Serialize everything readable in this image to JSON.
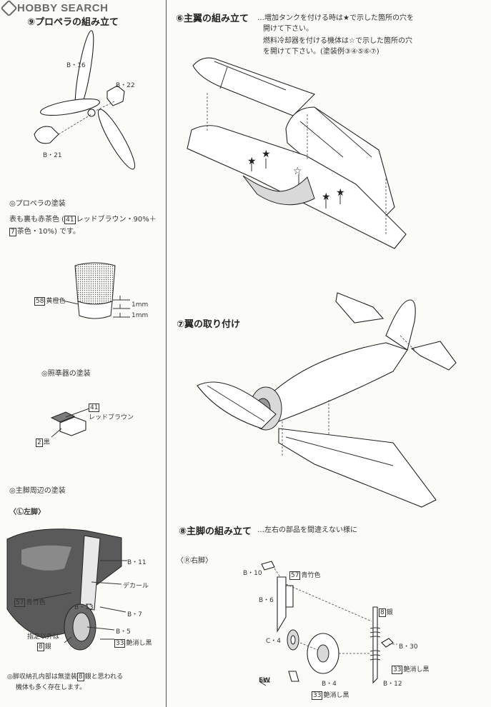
{
  "logo": {
    "text": "HOBBY SEARCH"
  },
  "left": {
    "step9": {
      "title": "⑨プロペラの組み立て",
      "labels": [
        "B・16",
        "B・22",
        "B・21"
      ]
    },
    "prop_paint": {
      "title": "◎プロペラの塗装",
      "line1": "表も裏も赤茶色 (",
      "c41": "41",
      "line1b": "レッドブラウン・90%＋",
      "c7": "7",
      "line2": "茶色・10%) です。",
      "tip_color_code": "58",
      "tip_color_name": "黄橙色",
      "dim1": "1mm",
      "dim2": "1mm"
    },
    "sight": {
      "title": "◎照準器の塗装",
      "c41": "41",
      "name41": "レッドブラウン",
      "c2": "2",
      "name2": "黒"
    },
    "gear_area": {
      "title": "◎主脚周辺の塗装",
      "left_leg": "〈Ⓛ左脚〉",
      "labels": {
        "b11": "B・11",
        "decal": "デカール",
        "c57": "57",
        "name57": "青竹色",
        "b13": "B・13",
        "b7": "B・7",
        "b5": "B・5",
        "note1": "指定以外は",
        "c8": "8",
        "name8": "銀",
        "c33": "33",
        "name33": "艶消し黒"
      }
    },
    "bay_note": {
      "line1a": "◎脚収納孔内部は無塗装",
      "c8": "8",
      "line1b": "銀と思われる",
      "line2": "機体も多く存在します。"
    }
  },
  "right": {
    "step6": {
      "title": "⑥主翼の組み立て",
      "note1": "…増加タンクを付ける時は★で示した箇所の穴を",
      "note2": "開けて下さい。",
      "note3": "燃料冷却器を付ける機体は☆で示した箇所の穴",
      "note4": "を開けて下さい。(塗装例③④⑤⑥⑦)"
    },
    "step7": {
      "title": "⑦翼の取り付け"
    },
    "step8": {
      "title": "⑧主脚の組み立て",
      "note": "…左右の部品を間違えない様に",
      "right_leg": "〈Ⓡ右脚〉",
      "labels": {
        "b10": "B・10",
        "c57": "57",
        "name57": "青竹色",
        "b6": "B・6",
        "c8": "8",
        "name8": "銀",
        "c4": "C・4",
        "b30": "B・30",
        "c33a": "33",
        "name33a": "艶消し黒",
        "fw": "FW",
        "b4": "B・4",
        "b12": "B・12",
        "c33b": "33",
        "name33b": "艶消し黒"
      }
    }
  }
}
